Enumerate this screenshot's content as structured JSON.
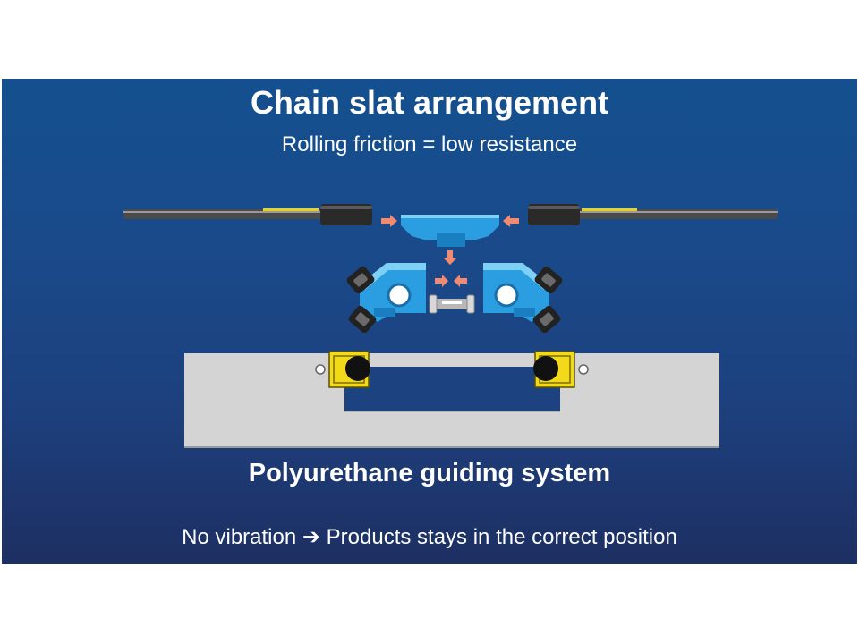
{
  "slide": {
    "title": "Chain slat arrangement",
    "subtitle": "Rolling friction = low resistance",
    "system_label": "Polyurethane guiding system",
    "note_before": "No vibration",
    "note_arrow": "➔",
    "note_after": "Products stays in the correct position"
  },
  "colors": {
    "background_top": "#14508f",
    "background_bottom": "#1d2f62",
    "component_blue": "#2a9ee0",
    "guide_yellow": "#f2d91a",
    "frame_grey": "#d2d2d2",
    "force_arrow": "#f08a70"
  }
}
